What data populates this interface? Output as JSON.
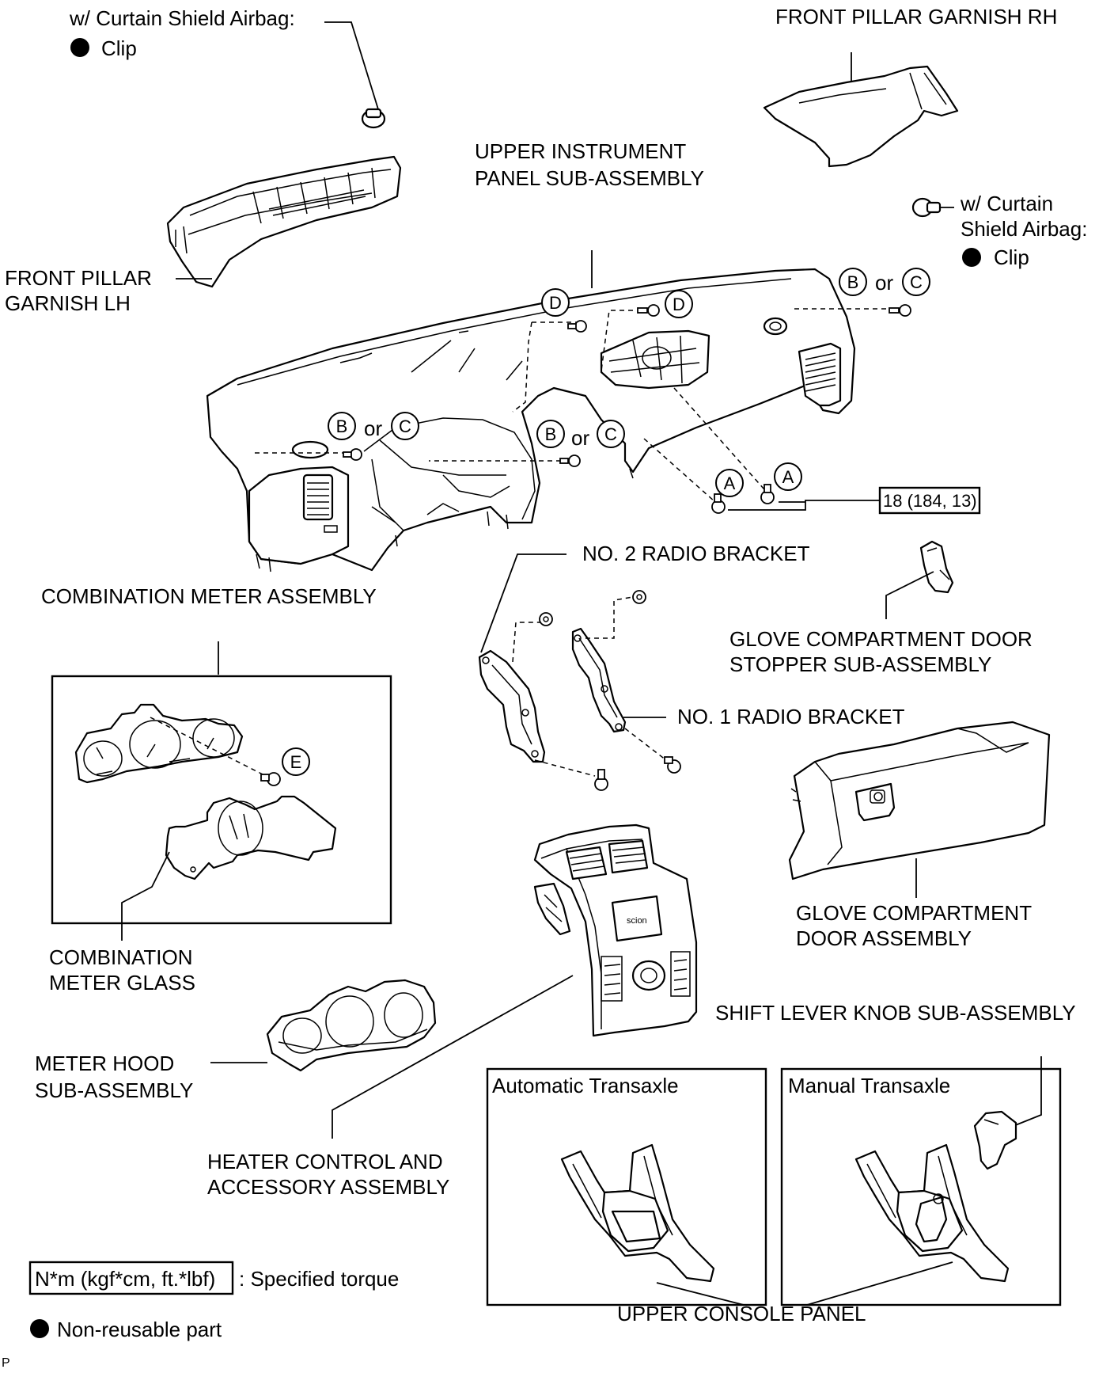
{
  "labels": {
    "curtain_left_1": "w/ Curtain Shield Airbag:",
    "curtain_left_2": "Clip",
    "pillar_rh": "FRONT PILLAR GARNISH RH",
    "upper_panel_1": "UPPER INSTRUMENT",
    "upper_panel_2": "PANEL SUB-ASSEMBLY",
    "curtain_right_1": "w/ Curtain",
    "curtain_right_2": "Shield Airbag:",
    "curtain_right_3": "Clip",
    "pillar_lh_1": "FRONT PILLAR",
    "pillar_lh_2": "GARNISH LH",
    "or": "or",
    "torque_value": "18 (184, 13)",
    "combo_meter": "COMBINATION METER ASSEMBLY",
    "radio_bracket_2": "NO. 2 RADIO BRACKET",
    "glove_stopper_1": "GLOVE COMPARTMENT DOOR",
    "glove_stopper_2": "STOPPER SUB-ASSEMBLY",
    "radio_bracket_1": "NO. 1 RADIO BRACKET",
    "glove_door_1": "GLOVE COMPARTMENT",
    "glove_door_2": "DOOR ASSEMBLY",
    "meter_glass_1": "COMBINATION",
    "meter_glass_2": "METER GLASS",
    "shift_knob": "SHIFT LEVER KNOB SUB-ASSEMBLY",
    "meter_hood_1": "METER HOOD",
    "meter_hood_2": "SUB-ASSEMBLY",
    "auto_trans": "Automatic Transaxle",
    "manual_trans": "Manual Transaxle",
    "heater_1": "HEATER CONTROL AND",
    "heater_2": "ACCESSORY ASSEMBLY",
    "legend_torque_box": "N*m (kgf*cm, ft.*lbf)",
    "legend_torque_text": ": Specified torque",
    "legend_nonreuse": "Non-reusable part",
    "console_panel": "UPPER CONSOLE PANEL",
    "corner": "P",
    "radio_brand": "scion"
  },
  "callouts": {
    "A": "A",
    "B": "B",
    "C": "C",
    "D": "D",
    "E": "E"
  }
}
